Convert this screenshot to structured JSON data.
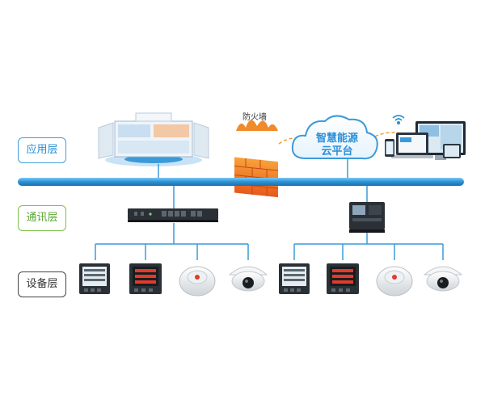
{
  "layers": {
    "application": "应用层",
    "communication": "通讯层",
    "device": "设备层"
  },
  "firewall": {
    "label": "防火墙"
  },
  "cloud": {
    "line1": "智慧能源",
    "line2": "云平台"
  },
  "colors": {
    "bus": "#2a93d5",
    "app_border": "#3fa0d8",
    "comm_border": "#7cc04a",
    "device_border": "#444444",
    "connector": "#3a9ad9",
    "dashed": "#f0a030"
  },
  "devices_left": [
    "power-meter-icon",
    "multi-function-meter-icon",
    "smoke-detector-icon",
    "dome-camera-icon"
  ],
  "devices_right": [
    "power-meter-icon",
    "multi-function-meter-icon",
    "smoke-detector-icon",
    "dome-camera-icon"
  ]
}
